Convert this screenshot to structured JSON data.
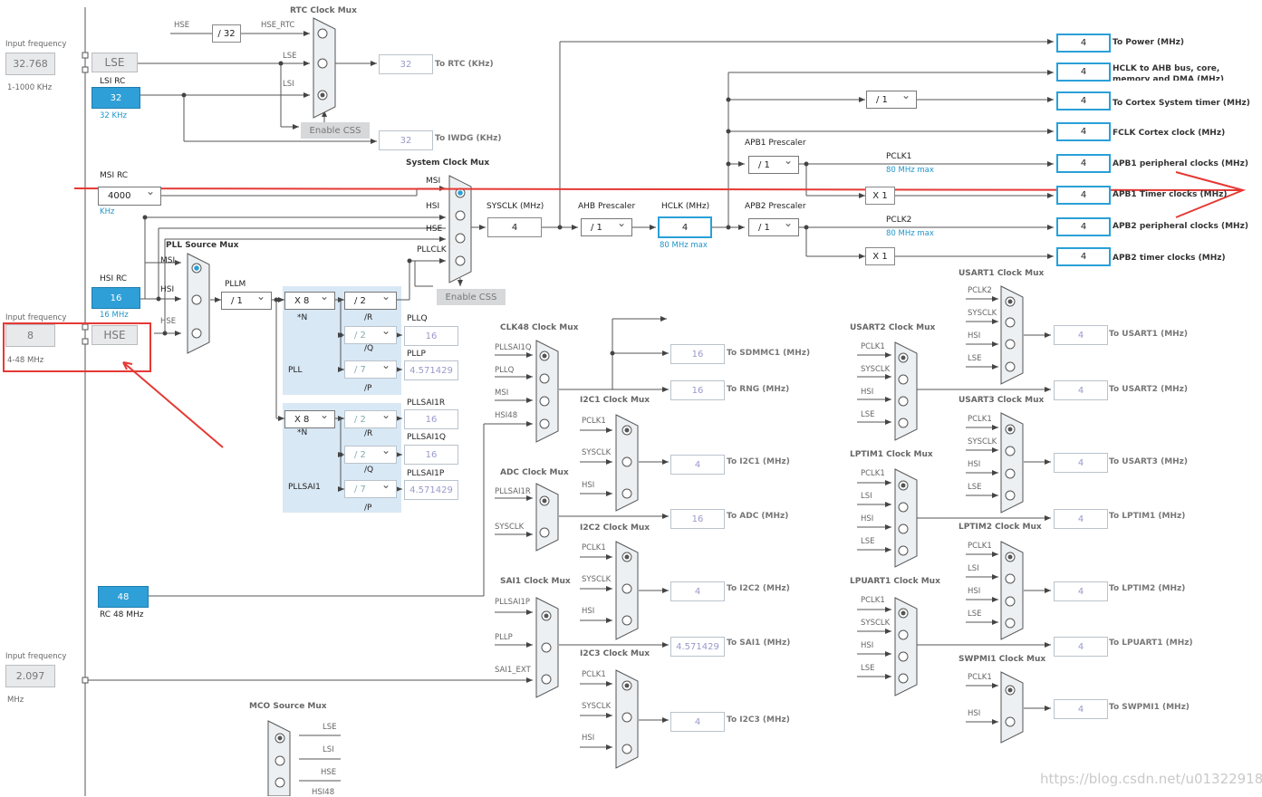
{
  "left": {
    "input_freq_label": "Input frequency",
    "lse_freq": "32.768",
    "lse_range": "1-1000 KHz",
    "hse_input_label": "Input frequency",
    "hse_freq": "8",
    "hse_range": "4-48 MHz",
    "ext_input_label": "Input frequency",
    "ext_freq": "2.097",
    "ext_unit": "MHz"
  },
  "sources": {
    "lse": "LSE",
    "lsi_rc": "LSI RC",
    "lsi_value": "32",
    "lsi_unit": "32 KHz",
    "msi_rc": "MSI RC",
    "msi_value": "4000",
    "msi_unit": "KHz",
    "hsi_rc": "HSI RC",
    "hsi_value": "16",
    "hsi_unit": "16 MHz",
    "hse": "HSE",
    "rc48_value": "48",
    "rc48_label": "RC 48 MHz"
  },
  "rtc": {
    "title": "RTC Clock Mux",
    "hse": "HSE",
    "div": "/ 32",
    "hse_rtc": "HSE_RTC",
    "lse": "LSE",
    "lsi": "LSI",
    "rtc_value": "32",
    "to_rtc": "To RTC (KHz)",
    "enable_css": "Enable CSS",
    "iwdg_value": "32",
    "to_iwdg": "To IWDG (KHz)"
  },
  "sysmux": {
    "title": "System Clock Mux",
    "msi": "MSI",
    "hsi": "HSI",
    "hse": "HSE",
    "pllclk": "PLLCLK",
    "enable_css": "Enable CSS",
    "sysclk_label": "SYSCLK (MHz)",
    "sysclk": "4",
    "ahb_label": "AHB Prescaler",
    "ahb": "/ 1",
    "hclk_label": "HCLK (MHz)",
    "hclk": "4",
    "hclk_max": "80 MHz max"
  },
  "pll": {
    "source_title": "PLL Source Mux",
    "msi": "MSI",
    "hsi": "HSI",
    "hse": "HSE",
    "pllm_label": "PLLM",
    "pllm": "/ 1",
    "n": "X 8",
    "n_label": "*N",
    "r": "/ 2",
    "r_label": "/R",
    "q": "/ 2",
    "q_label": "/Q",
    "p": "/ 7",
    "p_label": "/P",
    "pllq_label": "PLLQ",
    "pllq": "16",
    "pllp_label": "PLLP",
    "pllp": "4.571429",
    "pll_label": "PLL",
    "sai_n": "X 8",
    "sai_n_label": "*N",
    "sai_r": "/ 2",
    "sai_r_label": "/R",
    "sai_q": "/ 2",
    "sai_q_label": "/Q",
    "sai_p": "/ 7",
    "sai_p_label": "/P",
    "pllsai1r_label": "PLLSAI1R",
    "pllsai1r": "16",
    "pllsai1q_label": "PLLSAI1Q",
    "pllsai1q": "16",
    "pllsai1p_label": "PLLSAI1P",
    "pllsai1p": "4.571429",
    "pllsai1_label": "PLLSAI1"
  },
  "outputs": {
    "power": "4",
    "power_label": "To Power (MHz)",
    "ahb": "4",
    "ahb_label": "HCLK to AHB bus, core, memory and DMA (MHz)",
    "cortex_div": "/ 1",
    "cortex": "4",
    "cortex_label": "To Cortex System timer (MHz)",
    "fclk": "4",
    "fclk_label": "FCLK Cortex clock (MHz)",
    "apb1_prescaler_label": "APB1 Prescaler",
    "apb1_div": "/ 1",
    "pclk1_label": "PCLK1",
    "pclk1_max": "80 MHz max",
    "apb1": "4",
    "apb1_label": "APB1 peripheral clocks (MHz)",
    "apb1_x": "X 1",
    "apb1_timer": "4",
    "apb1_timer_label": "APB1 Timer clocks (MHz)",
    "apb2_prescaler_label": "APB2 Prescaler",
    "apb2_div": "/ 1",
    "pclk2_label": "PCLK2",
    "pclk2_max": "80 MHz max",
    "apb2": "4",
    "apb2_label": "APB2 peripheral clocks (MHz)",
    "apb2_x": "X 1",
    "apb2_timer": "4",
    "apb2_timer_label": "APB2 timer clocks (MHz)"
  },
  "periph_mid": {
    "clk48_title": "CLK48 Clock Mux",
    "clk48_in": [
      "PLLSAI1Q",
      "PLLQ",
      "MSI",
      "HSI48"
    ],
    "sdmmc": "16",
    "sdmmc_label": "To SDMMC1 (MHz)",
    "rng": "16",
    "rng_label": "To RNG (MHz)",
    "i2c1_title": "I2C1 Clock Mux",
    "i2c1_in": [
      "PCLK1",
      "SYSCLK",
      "HSI"
    ],
    "i2c1": "4",
    "i2c1_label": "To I2C1 (MHz)",
    "adc_title": "ADC Clock Mux",
    "adc_in": [
      "PLLSAI1R",
      "SYSCLK"
    ],
    "adc": "16",
    "adc_label": "To ADC (MHz)",
    "i2c2_title": "I2C2 Clock Mux",
    "i2c2_in": [
      "PCLK1",
      "SYSCLK",
      "HSI"
    ],
    "i2c2": "4",
    "i2c2_label": "To I2C2 (MHz)",
    "sai1_title": "SAI1 Clock Mux",
    "sai1_in": [
      "PLLSAI1P",
      "PLLP",
      "SAI1_EXT"
    ],
    "sai1": "4.571429",
    "sai1_label": "To SAI1 (MHz)",
    "i2c3_title": "I2C3 Clock Mux",
    "i2c3_in": [
      "PCLK1",
      "SYSCLK",
      "HSI"
    ],
    "i2c3": "4",
    "i2c3_label": "To I2C3 (MHz)"
  },
  "periph_right": {
    "usart1_title": "USART1 Clock Mux",
    "usart1_in": [
      "PCLK2",
      "SYSCLK",
      "HSI",
      "LSE"
    ],
    "usart1": "4",
    "usart1_label": "To USART1 (MHz)",
    "usart2_title": "USART2 Clock Mux",
    "usart2_in": [
      "PCLK1",
      "SYSCLK",
      "HSI",
      "LSE"
    ],
    "usart2": "4",
    "usart2_label": "To USART2 (MHz)",
    "usart3_title": "USART3 Clock Mux",
    "usart3_in": [
      "PCLK1",
      "SYSCLK",
      "HSI",
      "LSE"
    ],
    "usart3": "4",
    "usart3_label": "To USART3 (MHz)",
    "lptim1_title": "LPTIM1 Clock Mux",
    "lptim1_in": [
      "PCLK1",
      "LSI",
      "HSI",
      "LSE"
    ],
    "lptim1": "4",
    "lptim1_label": "To LPTIM1 (MHz)",
    "lptim2_title": "LPTIM2 Clock Mux",
    "lptim2_in": [
      "PCLK1",
      "LSI",
      "HSI",
      "LSE"
    ],
    "lptim2": "4",
    "lptim2_label": "To LPTIM2 (MHz)",
    "lpuart1_title": "LPUART1 Clock Mux",
    "lpuart1_in": [
      "PCLK1",
      "SYSCLK",
      "HSI",
      "LSE"
    ],
    "lpuart1": "4",
    "lpuart1_label": "To LPUART1 (MHz)",
    "swpmi1_title": "SWPMI1 Clock Mux",
    "swpmi1_in": [
      "PCLK1",
      "HSI"
    ],
    "swpmi1": "4",
    "swpmi1_label": "To SWPMI1 (MHz)"
  },
  "mco": {
    "title": "MCO Source Mux",
    "in": [
      "LSE",
      "LSI",
      "HSE",
      "HSI48"
    ]
  },
  "watermark": "https://blog.csdn.net/u013229188",
  "colors": {
    "accent": "#2f9fd7",
    "annotation": "#e53935",
    "panel": "#d9e8f5"
  }
}
